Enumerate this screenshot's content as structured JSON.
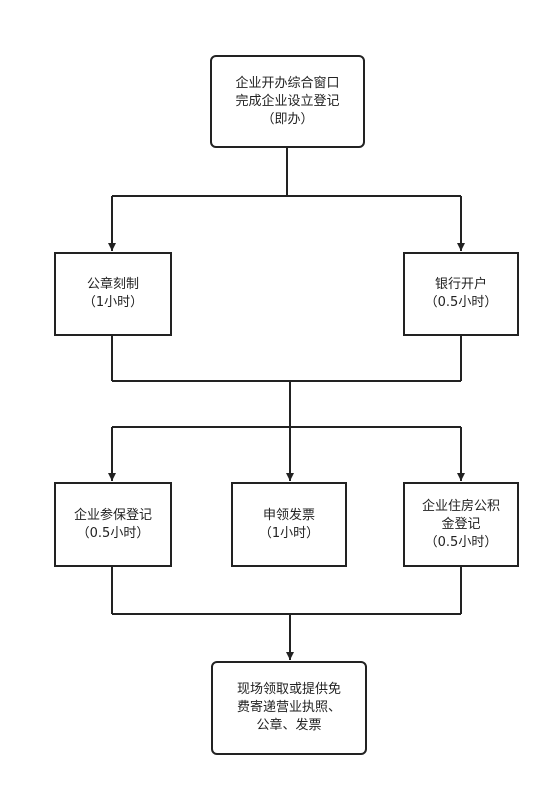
{
  "nodes": {
    "start": {
      "lines": [
        "企业开办综合窗口",
        "完成企业设立登记",
        "（即办）"
      ]
    },
    "seal": {
      "lines": [
        "公章刻制",
        "（1小时）"
      ]
    },
    "bank": {
      "lines": [
        "银行开户",
        "（0.5小时）"
      ]
    },
    "social_insurance": {
      "lines": [
        "企业参保登记",
        "（0.5小时）"
      ]
    },
    "invoice": {
      "lines": [
        "申领发票",
        "（1小时）"
      ]
    },
    "housing_fund": {
      "lines": [
        "企业住房公积",
        "金登记",
        "（0.5小时）"
      ]
    },
    "finish": {
      "lines": [
        "现场领取或提供免",
        "费寄递营业执照、",
        "公章、发票"
      ]
    }
  }
}
